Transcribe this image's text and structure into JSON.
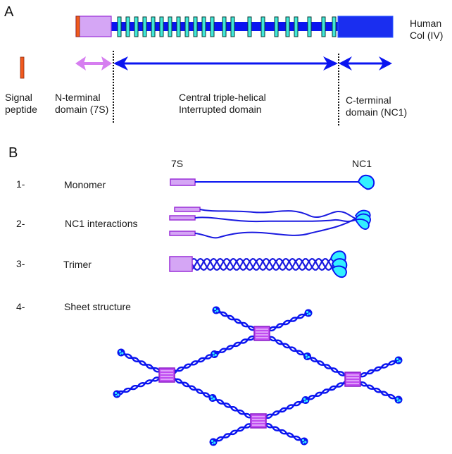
{
  "panel_a": {
    "letter": "A",
    "protein_label": [
      "Human",
      "Col (IV)"
    ],
    "signal_peptide_label": [
      "Signal",
      "peptide"
    ],
    "n_terminal_label": [
      "N-terminal",
      "domain (7S)"
    ],
    "central_label": [
      "Central triple-helical",
      "Interrupted domain"
    ],
    "c_terminal_label": [
      "C-terminal",
      "domain (NC1)"
    ],
    "interruption_count": 22
  },
  "panel_b": {
    "letter": "B",
    "label_7s": "7S",
    "label_nc1": "NC1",
    "steps": [
      {
        "number": "1-",
        "label": "Monomer"
      },
      {
        "number": "2-",
        "label": "NC1 interactions"
      },
      {
        "number": "3-",
        "label": "Trimer"
      },
      {
        "number": "4-",
        "label": "Sheet structure"
      }
    ]
  },
  "colors": {
    "signal_peptide": "#f05a1e",
    "seven_s": "#d5a6f5",
    "seven_s_border": "#9a2fd8",
    "helix": "#0a14f0",
    "interruption": "#40e8d8",
    "nc1_fill": "#33f0ff",
    "nc1_domain": "#1a2ef0",
    "arrow_pink": "#d67ef0"
  }
}
